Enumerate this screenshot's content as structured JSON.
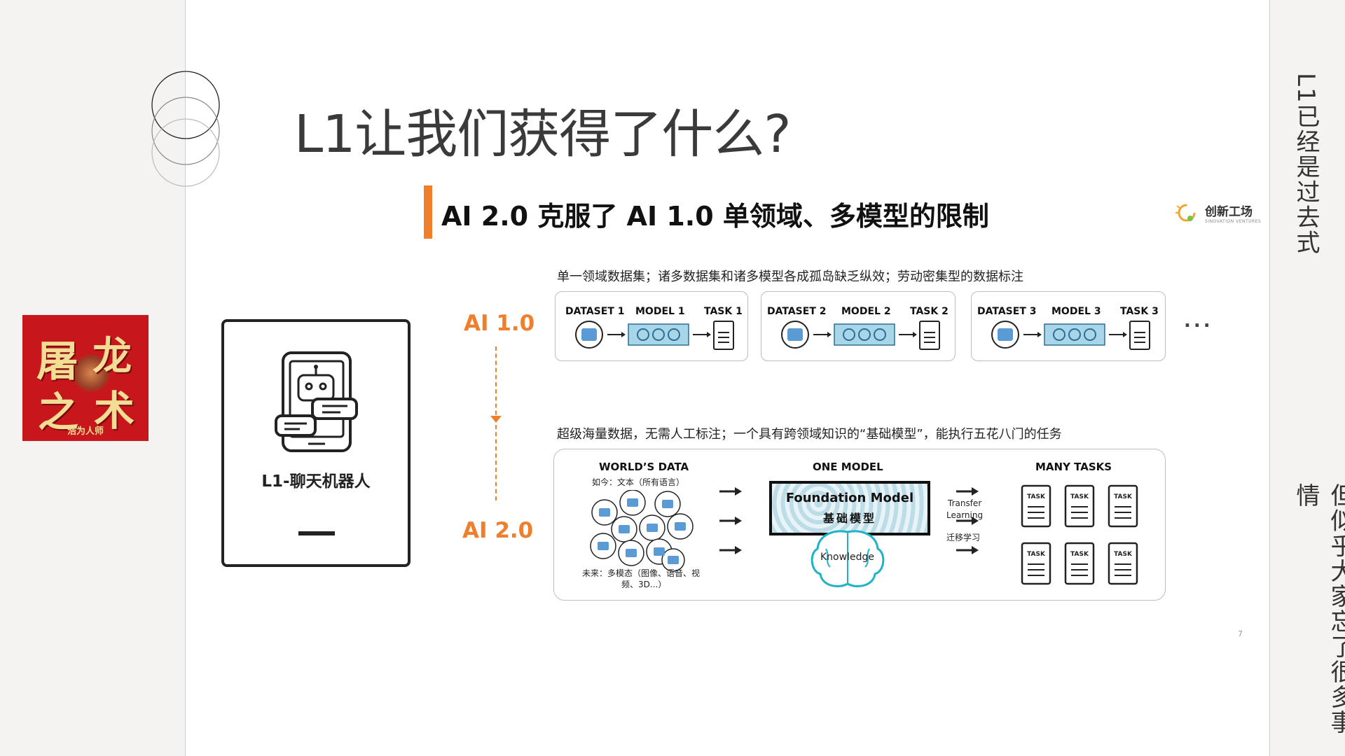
{
  "sidebar_right": {
    "top_text": "L1已经是过去式",
    "bottom_text": "但似乎大家忘了很多事情"
  },
  "logo": {
    "chars": [
      "屠",
      "龙",
      "之",
      "术"
    ],
    "subtitle": "浩为人师"
  },
  "slide": {
    "title": "L1让我们获得了什么?",
    "subtitle": "AI 2.0 克服了 AI 1.0 单领域、多模型的限制",
    "brand_name": "创新工场",
    "brand_en": "SINOVATION VENTURES",
    "bot_label": "L1-聊天机器人",
    "ai1_label": "AI 1.0",
    "ai2_label": "AI 2.0",
    "ai1_desc": "单一领域数据集；诸多数据集和诸多模型各成孤岛缺乏纵效；劳动密集型的数据标注",
    "ai2_desc": "超级海量数据，无需人工标注；一个具有跨领域知识的“基础模型”，能执行五花八门的任务",
    "pipelines": [
      {
        "dataset": "DATASET 1",
        "model": "MODEL 1",
        "task": "TASK 1"
      },
      {
        "dataset": "DATASET 2",
        "model": "MODEL 2",
        "task": "TASK 2"
      },
      {
        "dataset": "DATASET 3",
        "model": "MODEL 3",
        "task": "TASK 3"
      }
    ],
    "ellipsis": "...",
    "worlds_data": "WORLD’S DATA",
    "worlds_now": "如今：文本（所有语言）",
    "worlds_future_1": "未来：多模态（图像、语音、视",
    "worlds_future_2": "频、3D...）",
    "one_model": "ONE MODEL",
    "fm_en": "Foundation Model",
    "fm_cn": "基础模型",
    "knowledge": "Knowledge",
    "transfer_1": "Transfer",
    "transfer_2": "Learning",
    "transfer_cn": "迁移学习",
    "many_tasks": "MANY TASKS",
    "task_icon_label": "TASK",
    "page_number": "7"
  }
}
